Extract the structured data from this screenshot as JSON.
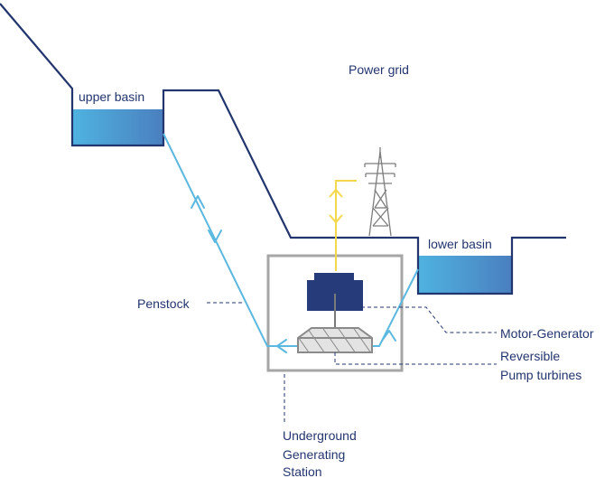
{
  "labels": {
    "power_grid": "Power grid",
    "upper_basin": "upper basin",
    "lower_basin": "lower basin",
    "penstock": "Penstock",
    "motor_generator": "Motor-Generator",
    "reversible_line1": "Reversible",
    "reversible_line2": "Pump turbines",
    "station_line1": "Underground",
    "station_line2": "Generating",
    "station_line3": "Station"
  },
  "colors": {
    "terrain": "#23356e",
    "water_light": "#4fb3e0",
    "water_dark": "#4a7fbf",
    "penstock": "#5bb8e0",
    "power_line": "#f2d84a",
    "station_outline": "#a6a6a6",
    "generator": "#263b7a",
    "turbine": "#bdbdbd",
    "leader": "#23356e"
  },
  "icons": {
    "transmission_tower": "transmission-tower-icon"
  }
}
